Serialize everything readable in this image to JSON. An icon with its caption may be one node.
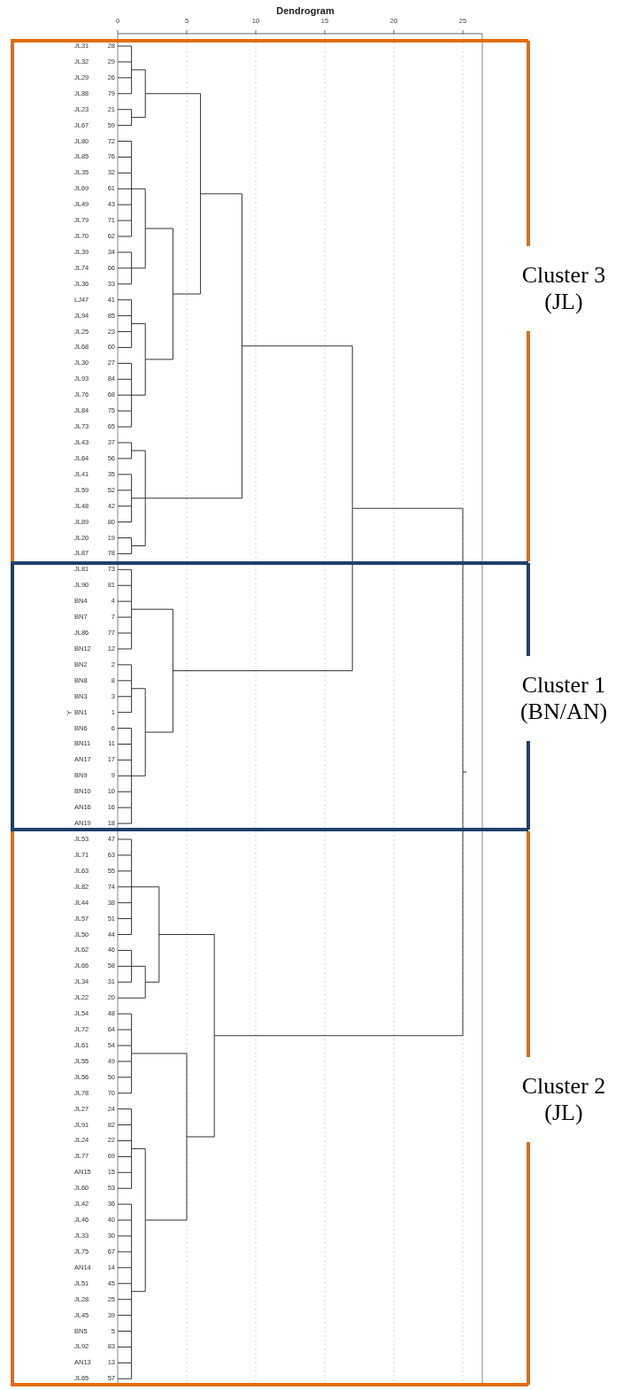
{
  "diagram": {
    "title": "Dendrogram",
    "nodes": [
      {
        "text": [
          "Cluster 3 (JL)",
          "Cluster 2 (JL)"
        ]
      },
      {
        "text": [
          "Cluster 1 (BN/AN)"
        ],
        "in": 0
      }
    ],
    "labels": [
      "0",
      "5",
      "10",
      "15",
      "20",
      "25",
      "JL31",
      "28",
      "JL32",
      "29",
      "JL29",
      "26",
      "JL88",
      "79",
      "JL23",
      "21",
      "JL67",
      "59",
      "JL80",
      "72",
      "JL85",
      "76",
      "JL35",
      "32",
      "JL69",
      "61",
      "JL49",
      "43",
      "JL79",
      "71",
      "JL70",
      "62",
      "JL39",
      "34",
      "JL74",
      "66",
      "JL36",
      "33",
      "LJ47",
      "41",
      "JL94",
      "85",
      "JL25",
      "23",
      "JL68",
      "60",
      "JL30",
      "27",
      "JL93",
      "84",
      "JL76",
      "68",
      "JL84",
      "75",
      "JL73",
      "65",
      "JL43",
      "37",
      "JL64",
      "56",
      "JL41",
      "35",
      "JL59",
      "52",
      "JL48",
      "42",
      "JL89",
      "80",
      "JL20",
      "19",
      "JL87",
      "78",
      "JL81",
      "73",
      "JL90",
      "81",
      "BN4",
      "4",
      "BN7",
      "7",
      "JL86",
      "77",
      "BN12",
      "12",
      "BN2",
      "2",
      "BN8",
      "8",
      "BN3",
      "3",
      "BN1",
      "1",
      "BN6",
      "6",
      "BN11",
      "11",
      "AN17",
      "17",
      "BN9",
      "9",
      "BN10",
      "10",
      "AN16",
      "16",
      "AN19",
      "18",
      "JL53",
      "47",
      "JL71",
      "63",
      "JL63",
      "55",
      "JL82",
      "74",
      "JL44",
      "38",
      "JL57",
      "51",
      "JL50",
      "44",
      "JL62",
      "46",
      "JL66",
      "58",
      "JL34",
      "31",
      "JL22",
      "20",
      "JL54",
      "48",
      "JL72",
      "64",
      "JL61",
      "54",
      "JL55",
      "49",
      "JL56",
      "50",
      "JL78",
      "70",
      "JL27",
      "24",
      "JL91",
      "82",
      "JL24",
      "22",
      "JL77",
      "69",
      "AN15",
      "15",
      "JL60",
      "53",
      "JL42",
      "36",
      "JL46",
      "40",
      "JL33",
      "30",
      "JL75",
      "67",
      "AN14",
      "14",
      "JL51",
      "45",
      "JL28",
      "25",
      "JL45",
      "39",
      "BN5",
      "5",
      "JL92",
      "83",
      "AN13",
      "13",
      "JL65",
      "57"
    ]
  }
}
